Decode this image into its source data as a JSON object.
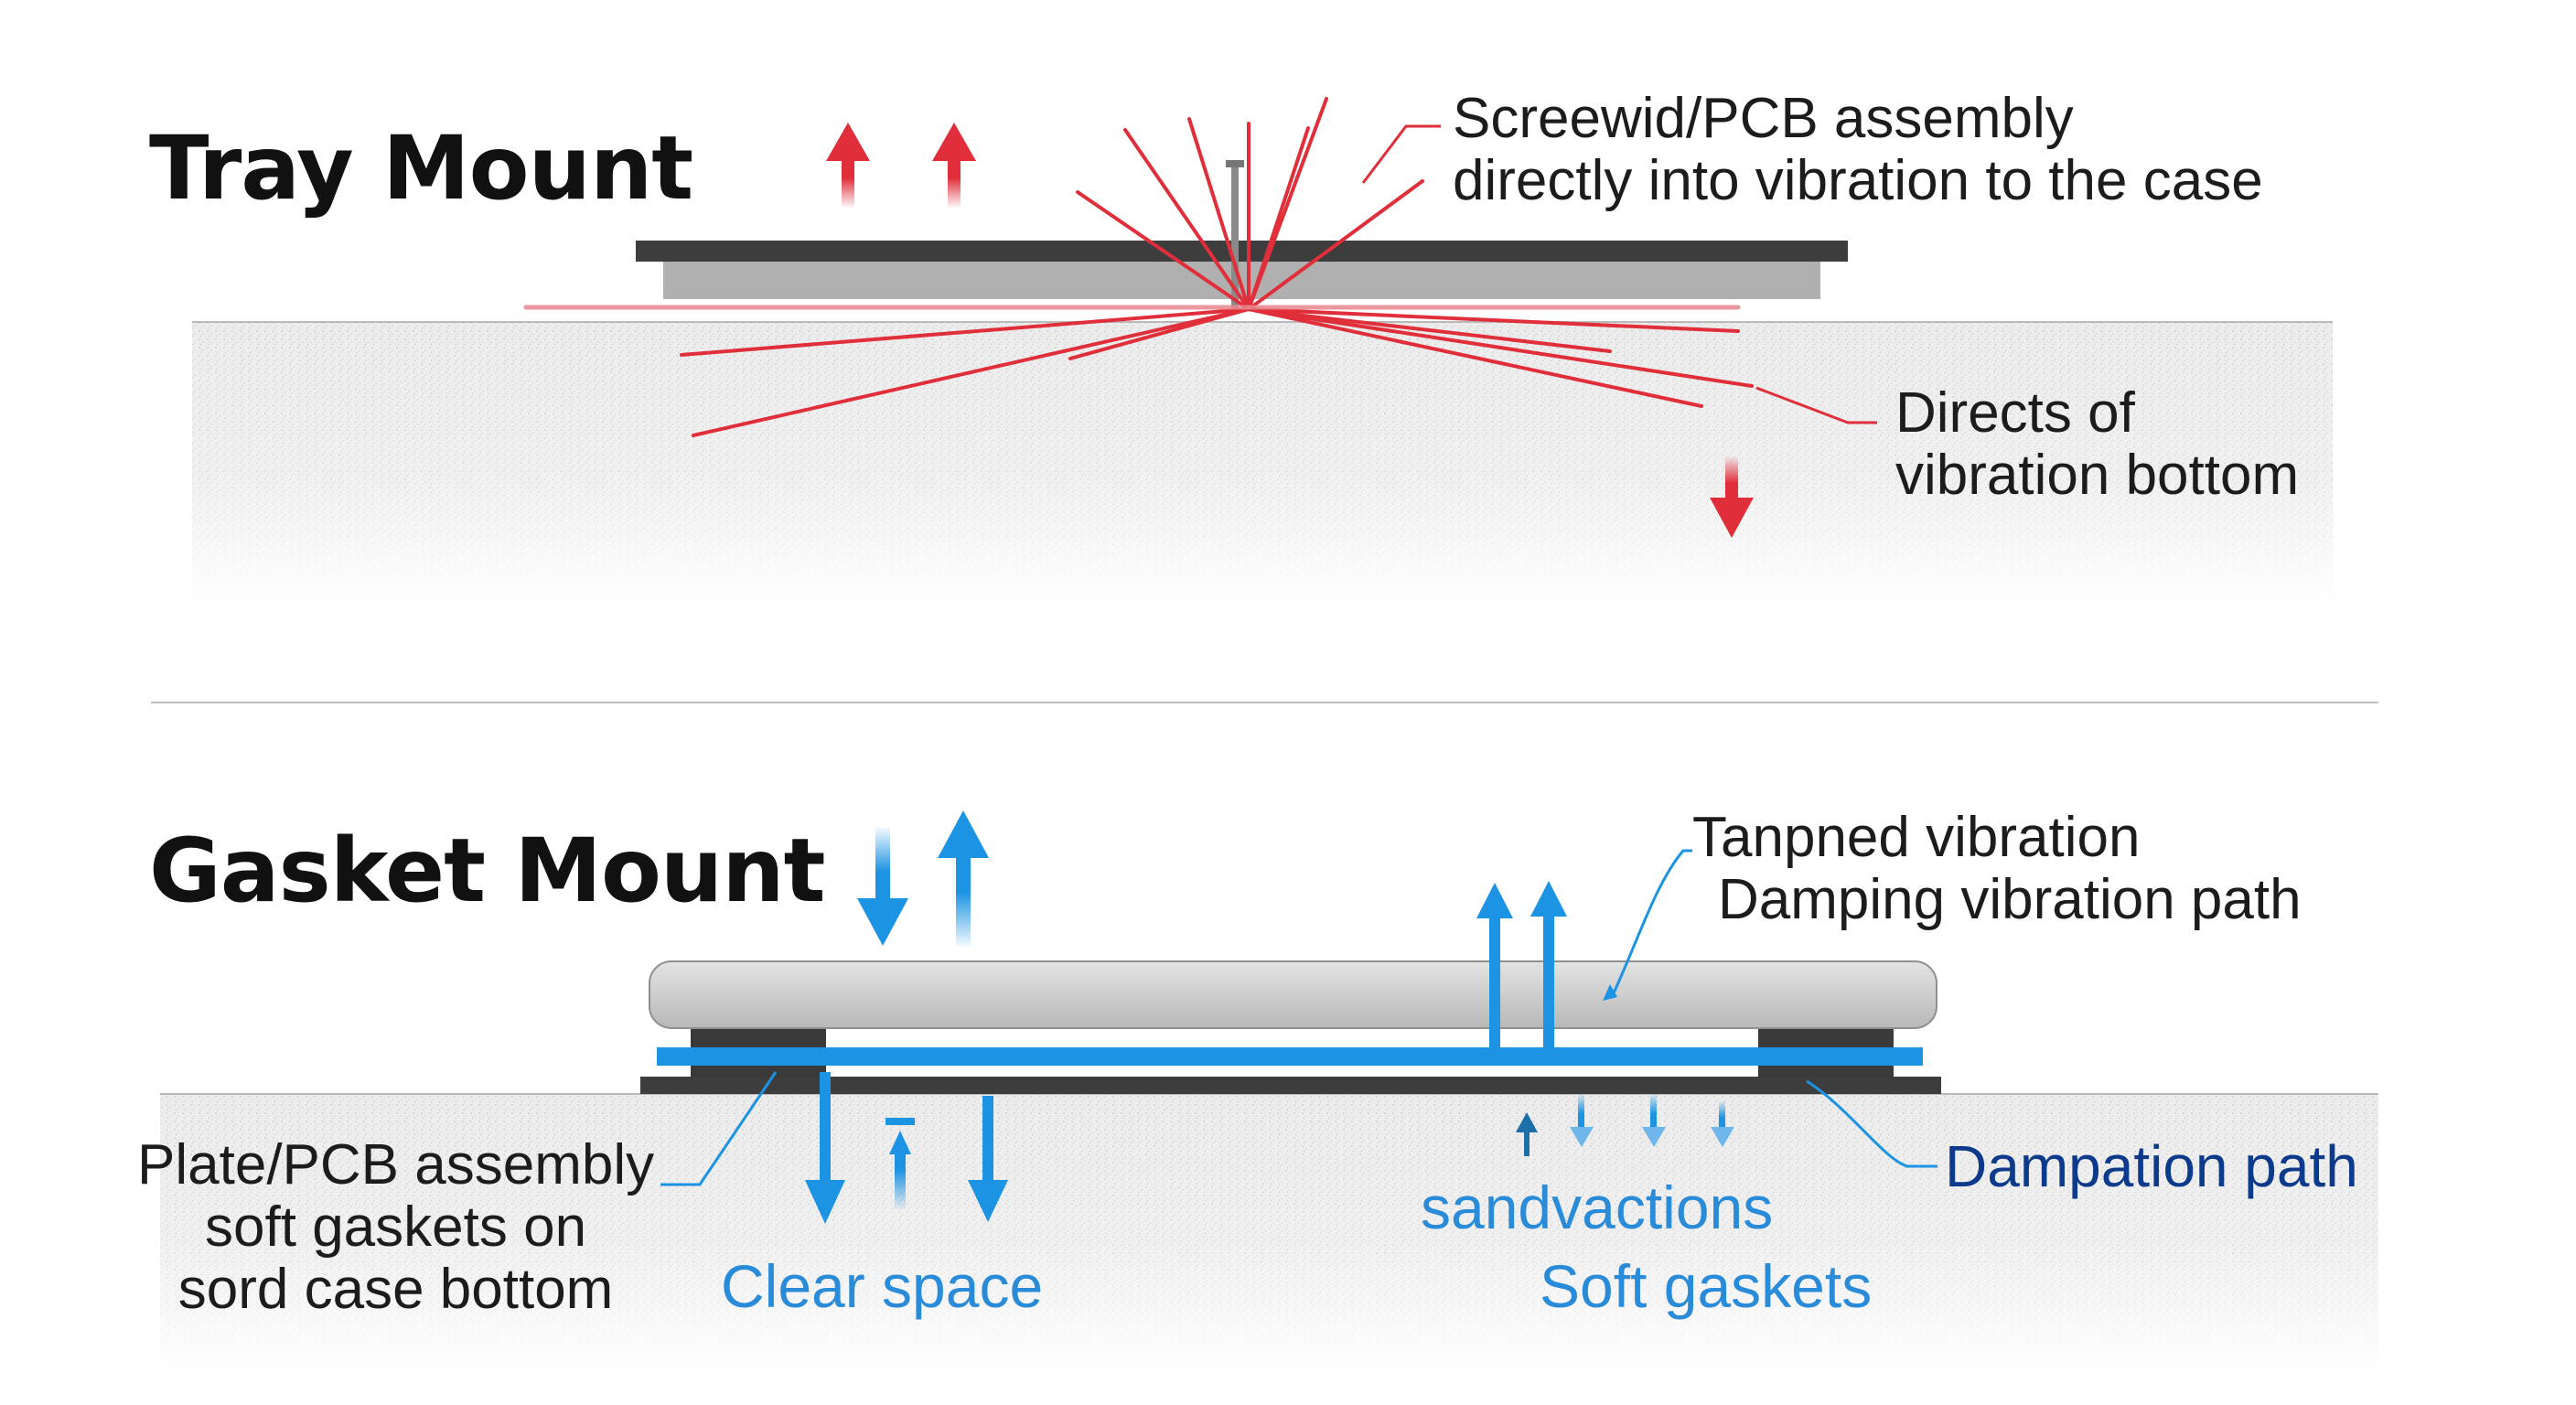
{
  "tray": {
    "title": "Tray Mount",
    "note_top": [
      "Screewid/PCB assembly",
      "directly into vibration to the case"
    ],
    "note_right": [
      "Directs of",
      "vibration bottom"
    ]
  },
  "gasket": {
    "title": "Gasket Mount",
    "note_top": [
      "Tanpned vibration",
      "Damping vibration path"
    ],
    "note_left": [
      "Plate/PCB assembly",
      "soft gaskets on",
      "sord case bottom"
    ],
    "label_clear_space": "Clear space",
    "label_sandvactions": "sandvactions",
    "label_soft_gaskets": "Soft gaskets",
    "label_dampation_path": "Dampation path"
  },
  "colors": {
    "vibration_red": "#e02f3a",
    "damping_blue": "#1c93e3",
    "navy_text": "#0d3a8a",
    "plate_dark": "#3d3d3d",
    "pcb_gray": "#b0b0b0",
    "case_fill": "#ededed"
  }
}
